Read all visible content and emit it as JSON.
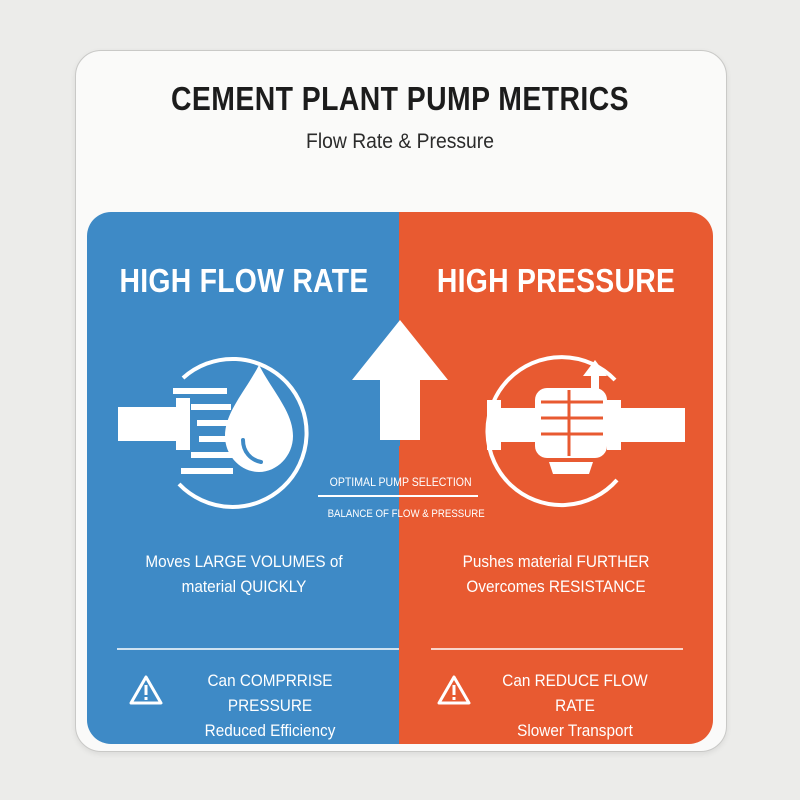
{
  "header": {
    "title": "CEMENT PLANT PUMP METRICS",
    "subtitle": "Flow Rate & Pressure"
  },
  "colors": {
    "flow_panel": "#3e8ac6",
    "pressure_panel": "#e85a31",
    "card_background": "#fafaf9",
    "text_on_panel": "#ffffff"
  },
  "flow_panel": {
    "title": "HIGH FLOW RATE",
    "icon": "water-drop-pipe-icon",
    "description_line1": "Moves LARGE VOLUMES of",
    "description_line2": "material  QUICKLY",
    "warning_line1": "Can COMPRRISE PRESSURE",
    "warning_line2": "Reduced Efficiency",
    "warning_icon": "warning-triangle-icon"
  },
  "pressure_panel": {
    "title": "HIGH PRESSURE",
    "icon": "fist-pipe-icon",
    "description_line1": "Pushes material FURTHER",
    "description_line2": "Overcomes RESISTANCE",
    "warning_line1": "Can REDUCE FLOW RATE",
    "warning_line2": "Slower Transport",
    "warning_icon": "warning-triangle-icon"
  },
  "center": {
    "icon": "up-arrow-icon",
    "label_line1": "OPTIMAL PUMP SELECTION",
    "label_line2": "BALANCE OF FLOW & PRESSURE"
  }
}
